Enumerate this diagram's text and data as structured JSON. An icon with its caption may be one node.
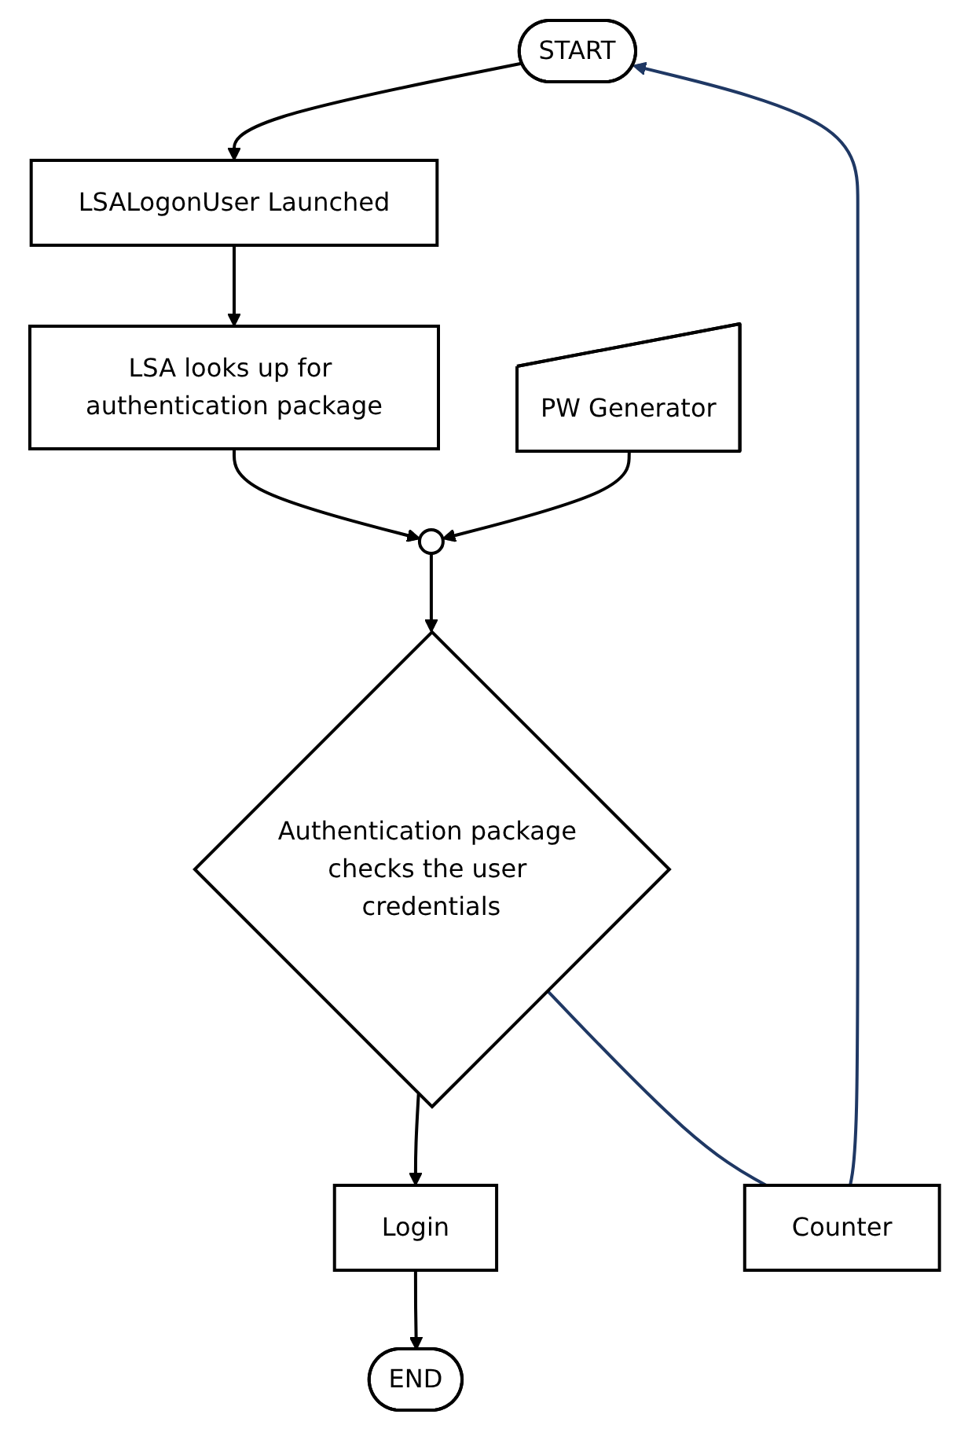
{
  "diagram": {
    "nodes": [
      {
        "text": [
          "START"
        ]
      },
      {
        "text": [
          "LSALogonUser Launched"
        ]
      },
      {
        "text": [
          "Counter"
        ]
      },
      {
        "text": [
          "LSA looks up for authentication package"
        ]
      },
      {
        "text": [
          "PW Generator"
        ]
      },
      {
        "text": [],
        "shape": "circle"
      },
      {
        "text": [
          "Authentication package checks the user credentials"
        ]
      },
      {
        "text": [
          "Login"
        ]
      },
      {
        "text": [
          "END"
        ]
      }
    ],
    "edges": [
      {
        "from": 0,
        "to": 1,
        "arrow": "to"
      },
      {
        "from": 1,
        "to": 3,
        "arrow": "to"
      },
      {
        "from": 3,
        "to": 5,
        "arrow": "to"
      },
      {
        "from": 4,
        "to": 5,
        "arrow": "to"
      },
      {
        "from": 5,
        "to": 6,
        "arrow": "to"
      },
      {
        "from": 6,
        "to": 7,
        "arrow": "to"
      },
      {
        "from": 7,
        "to": 8,
        "arrow": "to"
      },
      {
        "from": 6,
        "to": 2,
        "arrow": "none",
        "color": "#1f3864"
      },
      {
        "from": 2,
        "to": 0,
        "arrow": "to",
        "color": "#1f3864"
      }
    ]
  }
}
